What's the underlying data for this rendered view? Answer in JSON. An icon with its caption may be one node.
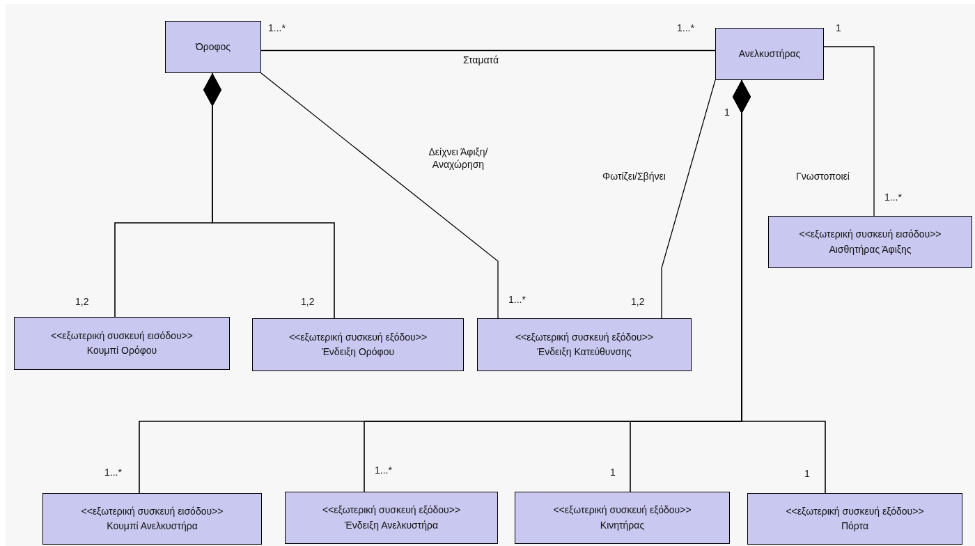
{
  "diagram": {
    "nodes": [
      {
        "text": [
          "Όροφος"
        ]
      },
      {
        "text": [
          "Ανελκυστήρας"
        ]
      },
      {
        "text": [
          "<<εξωτερική συσκευή εισόδου>>",
          "Αισθητήρας Άφιξης"
        ]
      },
      {
        "text": [
          "<<εξωτερική συσκευή εισόδου>>",
          "Κουμπί Ορόφου"
        ]
      },
      {
        "text": [
          "<<εξωτερική συσκευή εξόδου>>",
          "Ένδειξη Ορόφου"
        ]
      },
      {
        "text": [
          "<<εξωτερική συσκευή εξόδου>>",
          "Ένδειξη Κατεύθυνσης"
        ]
      },
      {
        "text": [
          "<<εξωτερική συσκευή εισόδου>>",
          "Κουμπί Ανελκυστήρα"
        ]
      },
      {
        "text": [
          "<<εξωτερική συσκευή εξόδου>>",
          "Ένδειξη Ανελκυστήρα"
        ]
      },
      {
        "text": [
          "<<εξωτερική συσκευή εξόδου>>",
          "Κινητήρας"
        ]
      },
      {
        "text": [
          "<<εξωτερική συσκευή εξόδου>>",
          "Πόρτα"
        ]
      }
    ],
    "edges": [
      {
        "from": 0,
        "to": 1,
        "arrow": "none",
        "label": "Σταματά"
      },
      {
        "from": 0,
        "to": 3,
        "arrow": "other"
      },
      {
        "from": 0,
        "to": 4,
        "arrow": "other"
      },
      {
        "from": 0,
        "to": 5,
        "arrow": "none",
        "label": "Δείχνει Άφιξη/Αναχώρηση"
      },
      {
        "from": 1,
        "to": 5,
        "arrow": "none",
        "label": "Φωτίζει/Σβήνει"
      },
      {
        "from": 1,
        "to": 2,
        "arrow": "none",
        "label": "Γνωστοποιεί"
      },
      {
        "from": 1,
        "to": 6,
        "arrow": "other"
      },
      {
        "from": 1,
        "to": 7,
        "arrow": "other"
      },
      {
        "from": 1,
        "to": 8,
        "arrow": "other"
      },
      {
        "from": 1,
        "to": 9,
        "arrow": "other"
      }
    ],
    "labels": [
      "1...*",
      "1...*",
      "1",
      "1",
      "1...*",
      "1,2",
      "1,2",
      "1...*",
      "1,2",
      "1...*",
      "1...*",
      "1",
      "1"
    ]
  }
}
